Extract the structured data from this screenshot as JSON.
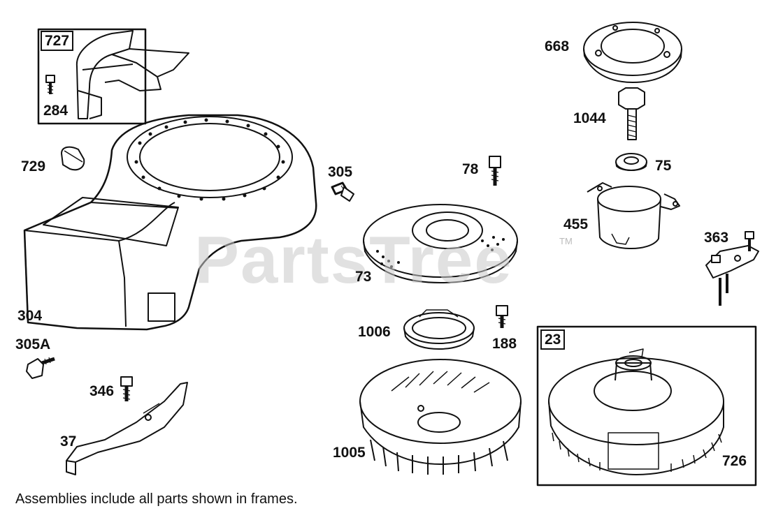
{
  "watermark": "PartsTree",
  "watermark_tm": "TM",
  "frames": {
    "f727": "727",
    "f23": "23"
  },
  "labels": {
    "l284": "284",
    "l729": "729",
    "l304": "304",
    "l305A": "305A",
    "l346": "346",
    "l37": "37",
    "l305": "305",
    "l78": "78",
    "l73": "73",
    "l1006": "1006",
    "l188": "188",
    "l1005": "1005",
    "l668": "668",
    "l1044": "1044",
    "l75": "75",
    "l455": "455",
    "l363": "363",
    "l726": "726"
  },
  "footnote": "Assemblies include all parts shown in frames."
}
